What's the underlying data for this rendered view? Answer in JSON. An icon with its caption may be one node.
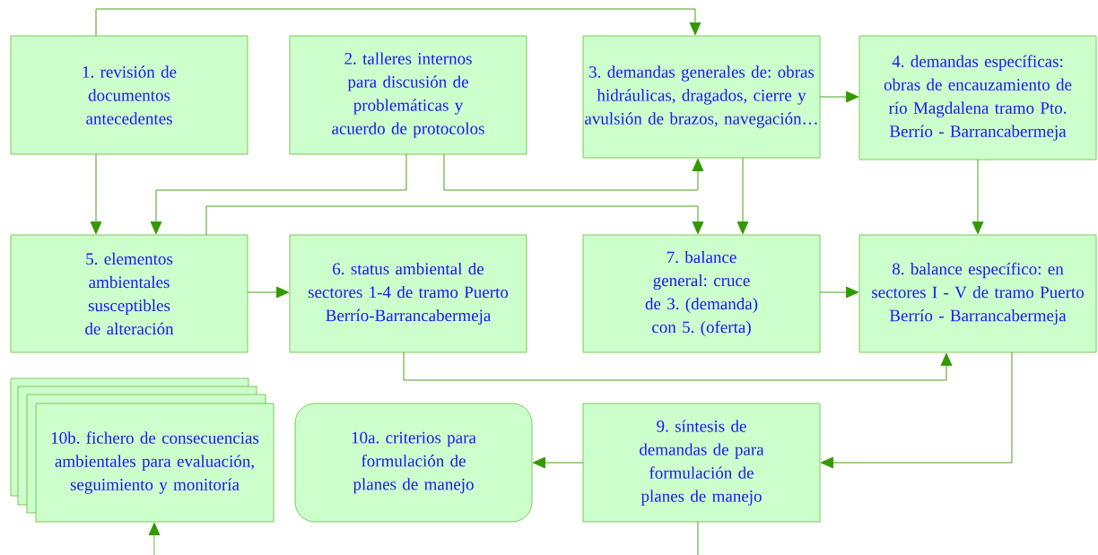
{
  "diagram": {
    "nodes": [
      {
        "text": [
          "1. revisión de documentos antecedentes"
        ]
      },
      {
        "text": [
          "2. talleres internos para discusión de problemáticas y acuerdo de protocolos"
        ]
      },
      {
        "text": [
          "3. demandas generales de: obras hidráulicas, dragados, cierre y avulsión de brazos, navegación…"
        ]
      },
      {
        "text": [
          "4. demandas específicas: obras de encauzamiento de río Magdalena tramo Pto. Berrío - Barrancabermeja"
        ]
      },
      {
        "text": [
          "5. elementos ambientales susceptibles de alteración"
        ]
      },
      {
        "text": [
          "6. status ambiental de sectores 1-4 de tramo Puerto Berrío-Barrancabermeja"
        ]
      },
      {
        "text": [
          "7. balance general: cruce de 3. (demanda) con 5. (oferta)"
        ]
      },
      {
        "text": [
          "8. balance específico: en sectores I - V de tramo Puerto Berrío - Barrancabermeja"
        ]
      },
      {
        "text": [
          "10b. fichero de consecuencias ambientales para evaluación, seguimiento y monitoría"
        ]
      },
      {
        "text": [
          "10a. criterios para formulación de planes de manejo"
        ]
      },
      {
        "text": [
          "9. síntesis de demandas de para formulación de planes de manejo"
        ]
      }
    ],
    "edges": [
      {
        "from": 0,
        "to": 2,
        "arrow": "to"
      },
      {
        "from": 0,
        "to": 4,
        "arrow": "to"
      },
      {
        "from": 1,
        "to": 4,
        "arrow": "to"
      },
      {
        "from": 1,
        "to": 2,
        "arrow": "to"
      },
      {
        "from": 4,
        "to": 6,
        "arrow": "to"
      },
      {
        "from": 2,
        "to": 6,
        "arrow": "to"
      },
      {
        "from": 2,
        "to": 3,
        "arrow": "to"
      },
      {
        "from": 3,
        "to": 7,
        "arrow": "to"
      },
      {
        "from": 4,
        "to": 5,
        "arrow": "to"
      },
      {
        "from": 6,
        "to": 7,
        "arrow": "to"
      },
      {
        "from": 5,
        "to": 7,
        "arrow": "to"
      },
      {
        "from": 7,
        "to": 10,
        "arrow": "to"
      },
      {
        "from": 10,
        "to": 9,
        "arrow": "to"
      },
      {
        "from": 10,
        "to": null,
        "arrow": "none"
      },
      {
        "from": null,
        "to": 8,
        "arrow": "to"
      }
    ]
  }
}
